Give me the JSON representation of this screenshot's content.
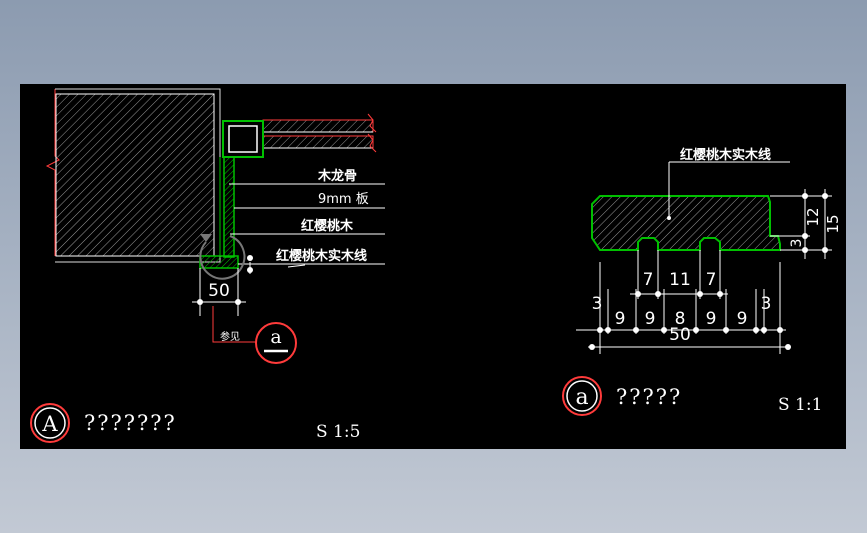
{
  "detail_A": {
    "marker_letter": "A",
    "title": "???????",
    "scale": "S 1:5",
    "labels": {
      "wood_keel": "木龙骨",
      "board_9mm": "9mm 板",
      "red_cherry": "红樱桃木",
      "red_cherry_solid_line": "红樱桃木实木线"
    },
    "dimension": "50",
    "reference_label": "参见",
    "reference_marker": "a"
  },
  "detail_a": {
    "marker_letter": "a",
    "title": "?????",
    "scale": "S 1:1",
    "profile_label": "红樱桃木实木线",
    "right_dimensions": [
      "12",
      "15",
      "3"
    ],
    "upper_dimensions": [
      "7",
      "11",
      "7"
    ],
    "lower_dimensions": [
      "3",
      "9",
      "9",
      "8",
      "9",
      "9",
      "3"
    ],
    "total_dimension": "50"
  },
  "colors": {
    "background": "#000000",
    "line": "#ffffff",
    "section": "#00c000",
    "marker": "#ff0000",
    "hidden_edge": "#8a8a8a"
  }
}
